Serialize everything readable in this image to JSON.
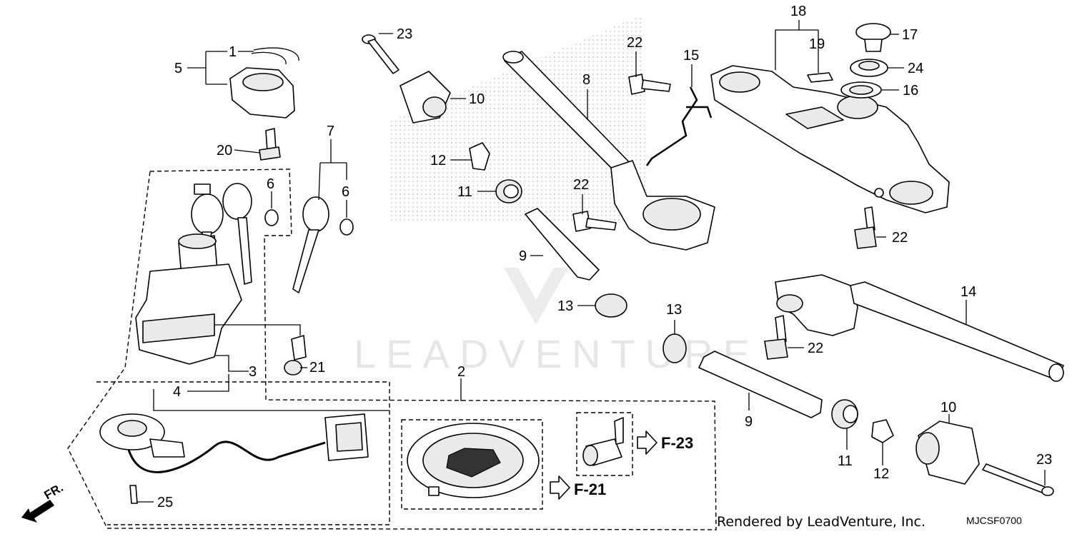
{
  "watermark": "LEADVENTURE",
  "credit": "Rendered by LeadVenture, Inc.",
  "diagram_code": "MJCSF0700",
  "direction_label": "FR.",
  "references": {
    "f21": "F-21",
    "f23": "F-23"
  },
  "callouts": {
    "c1": "1",
    "c2": "2",
    "c3": "3",
    "c4": "4",
    "c5": "5",
    "c6a": "6",
    "c6b": "6",
    "c7": "7",
    "c8": "8",
    "c9a": "9",
    "c9b": "9",
    "c10a": "10",
    "c10b": "10",
    "c11a": "11",
    "c11b": "11",
    "c12a": "12",
    "c12b": "12",
    "c13a": "13",
    "c13b": "13",
    "c14": "14",
    "c15": "15",
    "c16": "16",
    "c17": "17",
    "c18": "18",
    "c19": "19",
    "c20": "20",
    "c21": "21",
    "c22a": "22",
    "c22b": "22",
    "c22c": "22",
    "c22d": "22",
    "c23a": "23",
    "c23b": "23",
    "c24": "24",
    "c25": "25"
  }
}
